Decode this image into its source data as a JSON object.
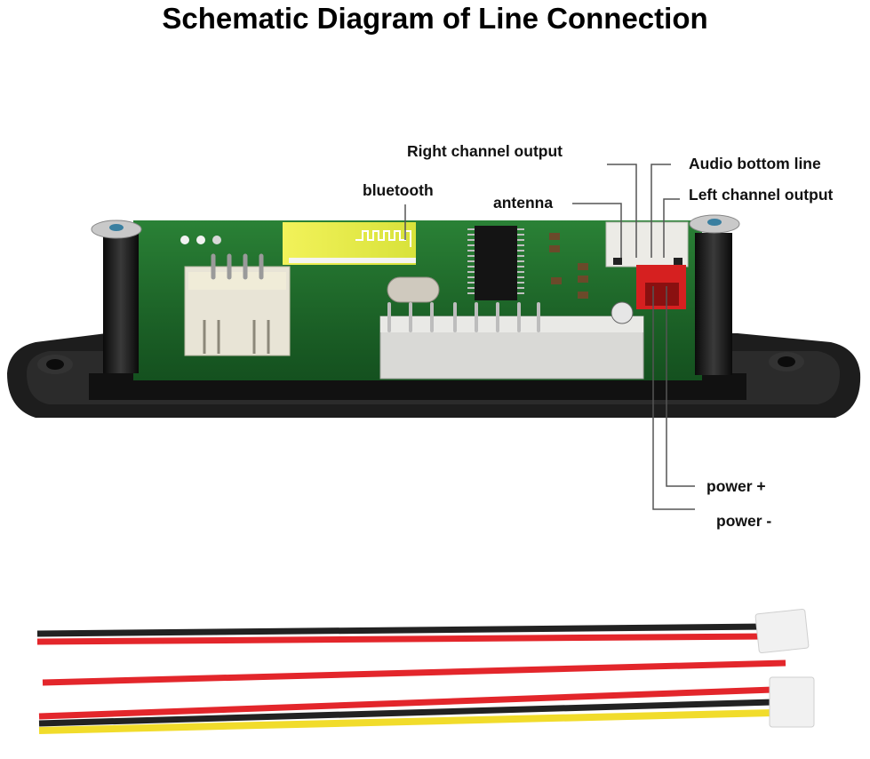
{
  "title": "Schematic Diagram of Line Connection",
  "labels": {
    "right_channel_output": "Right channel output",
    "bluetooth": "bluetooth",
    "antenna": "antenna",
    "audio_bottom_line": "Audio bottom line",
    "left_channel_output": "Left channel output",
    "power_plus": "power +",
    "power_minus": "power -"
  },
  "colors": {
    "pcb_green": "#1f6e2c",
    "bt_module_yellow": "#e6ea4a",
    "housing_black": "#1b1b1b",
    "connector_white": "#ecebe6",
    "power_connector_red": "#d62020",
    "leader_line": "#555555",
    "wire_black": "#222222",
    "wire_red": "#e3262b",
    "wire_yellow": "#f1dc2b"
  },
  "cables": [
    {
      "name": "2-pin power cable",
      "wires": [
        "black",
        "red"
      ],
      "connector": "2-pin white JST"
    },
    {
      "name": "single antenna wire",
      "wires": [
        "red"
      ],
      "connector": "none"
    },
    {
      "name": "3-pin audio cable",
      "wires": [
        "red",
        "black",
        "yellow"
      ],
      "connector": "3-pin white JST"
    }
  ]
}
